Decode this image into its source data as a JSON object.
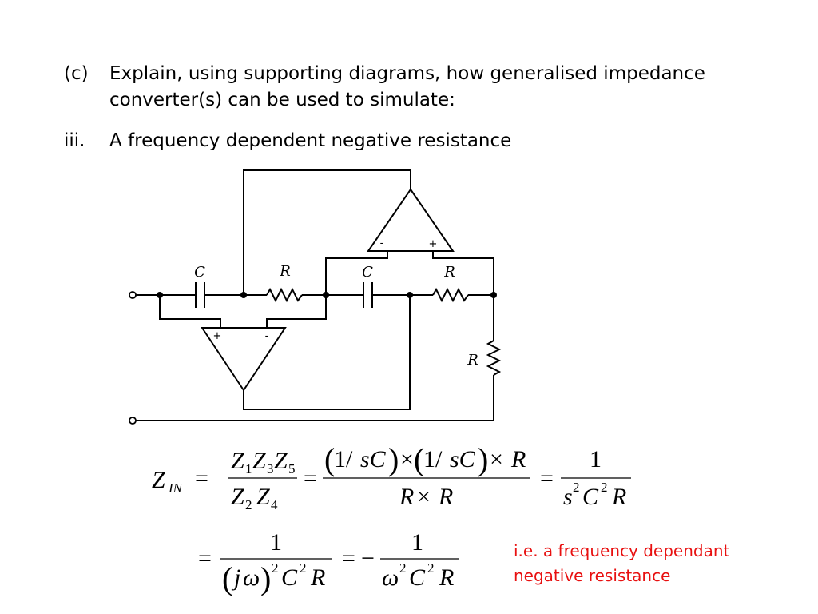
{
  "question": {
    "marker_c": "(c)",
    "text_c_line1": "Explain, using supporting diagrams, how generalised impedance",
    "text_c_line2": "converter(s) can be used to simulate:",
    "marker_iii": "iii.",
    "text_iii": "A frequency dependent negative resistance"
  },
  "circuit": {
    "labels": {
      "c1": "C",
      "r1": "R",
      "c2": "C",
      "r2": "R",
      "r3": "R"
    },
    "opamp_top": {
      "minus": "-",
      "plus": "+"
    },
    "opamp_bottom": {
      "plus": "+",
      "minus": "-"
    }
  },
  "equations": {
    "one": "1",
    "one_over_sC": "1/",
    "times": "×",
    "eq": "=",
    "minus": "−"
  },
  "note": {
    "line1": "i.e. a frequency dependant",
    "line2": "negative resistance",
    "color": "#e81010"
  }
}
